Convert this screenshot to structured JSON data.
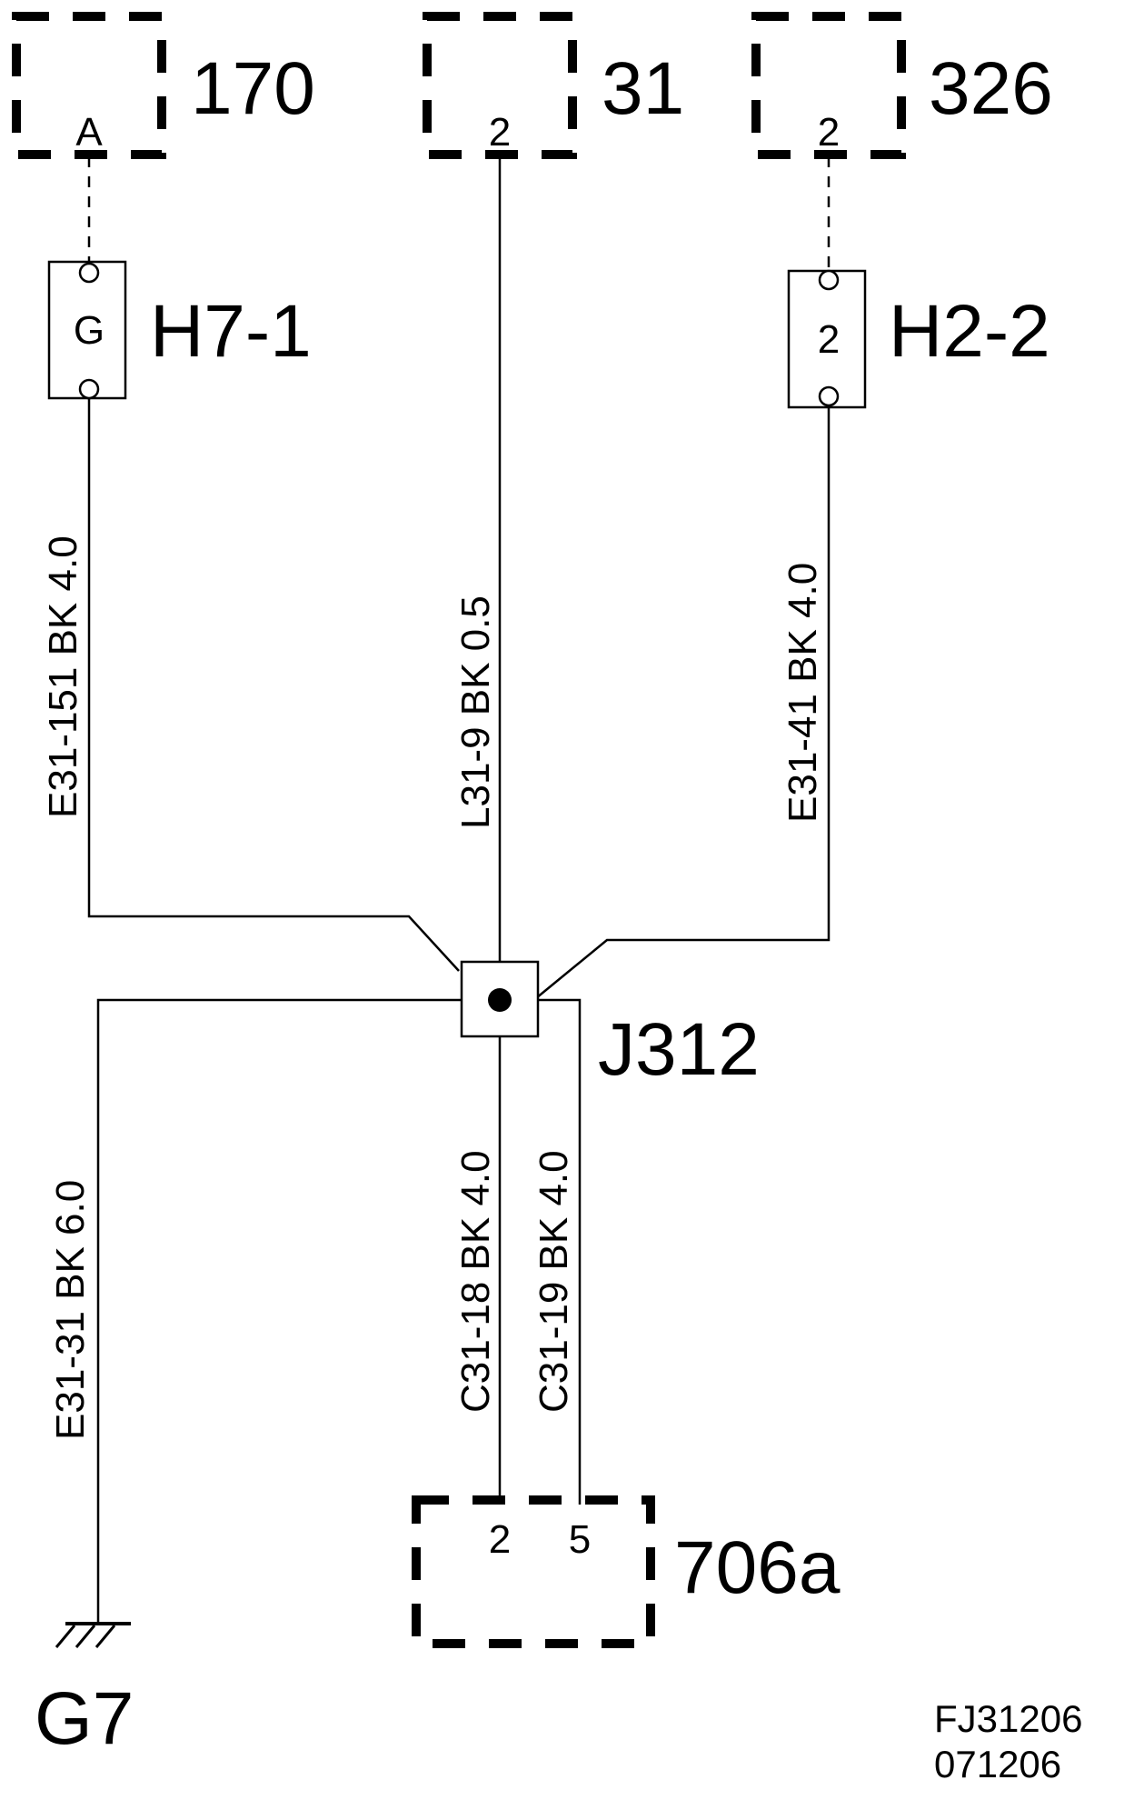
{
  "components": {
    "c170": {
      "label": "170",
      "pin": "A"
    },
    "c31": {
      "label": "31",
      "pin": "2"
    },
    "c326": {
      "label": "326",
      "pin": "2"
    },
    "c706a": {
      "label": "706a",
      "pin_a": "2",
      "pin_b": "5"
    }
  },
  "connectors": {
    "h7_1": {
      "label": "H7-1",
      "pin": "G"
    },
    "h2_2": {
      "label": "H2-2",
      "pin": "2"
    }
  },
  "junction": {
    "label": "J312"
  },
  "ground": {
    "label": "G7"
  },
  "wires": {
    "w1": "E31-151  BK  4.0",
    "w2": "L31-9  BK  0.5",
    "w3": "E31-41  BK  4.0",
    "w4": "E31-31  BK  6.0",
    "w5": "C31-18  BK  4.0",
    "w6": "C31-19  BK  4.0"
  },
  "footer": {
    "code": "FJ31206",
    "date": "071206"
  }
}
